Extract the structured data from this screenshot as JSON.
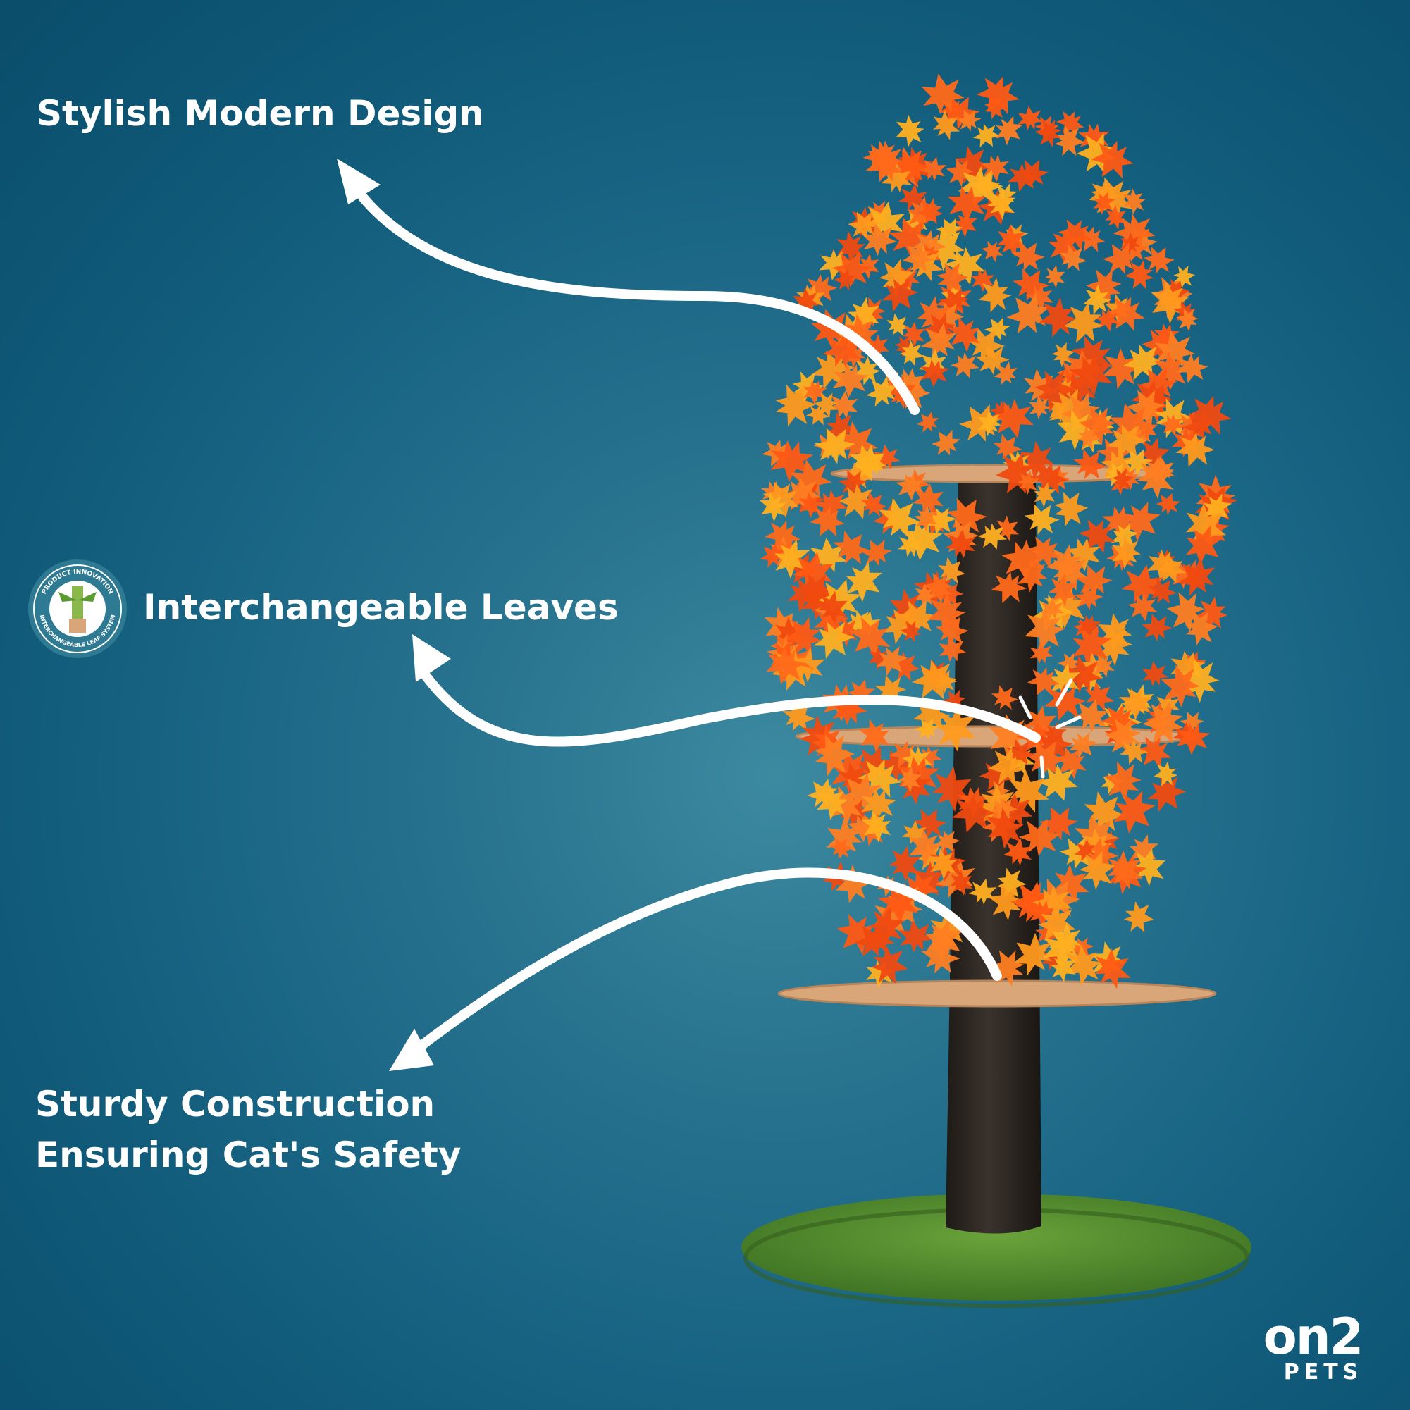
{
  "features": [
    {
      "label": "Stylish Modern Design"
    },
    {
      "label": "Interchangeable Leaves"
    },
    {
      "label": "Sturdy Construction\nEnsuring Cat's Safety"
    }
  ],
  "badge": {
    "top_text": "PRODUCT INNOVATION",
    "bottom_text": "INTERCHANGEABLE LEAF SYSTEM"
  },
  "brand": {
    "main": "on2",
    "sub": "PETS"
  },
  "colors": {
    "background": "#145f80",
    "leaf_primary": "#ff6a1a",
    "leaf_highlight": "#ffb020",
    "trunk": "#2b2622",
    "platform": "#d9a67a",
    "grass": "#4f8a2a",
    "text": "#ffffff"
  }
}
